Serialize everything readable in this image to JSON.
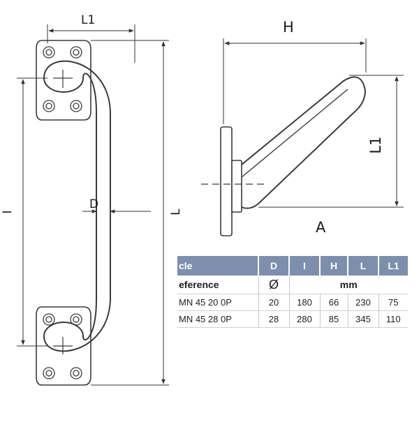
{
  "front_view": {
    "dims": {
      "l1": "L1",
      "d": "D",
      "i": "I",
      "l": "L"
    }
  },
  "side_view": {
    "dims": {
      "h": "H",
      "l1": "L1",
      "a": "A"
    }
  },
  "table": {
    "headers": [
      "cle",
      "D",
      "I",
      "H",
      "L",
      "L1"
    ],
    "units_row": {
      "label": "eference",
      "d_symbol": "Ø",
      "unit": "mm"
    },
    "rows": [
      {
        "ref": "MN 45 20 0P",
        "d": "20",
        "i": "180",
        "h": "66",
        "l": "230",
        "l1": "75"
      },
      {
        "ref": "MN 45 28 0P",
        "d": "28",
        "i": "280",
        "h": "85",
        "l": "345",
        "l1": "110"
      }
    ]
  }
}
